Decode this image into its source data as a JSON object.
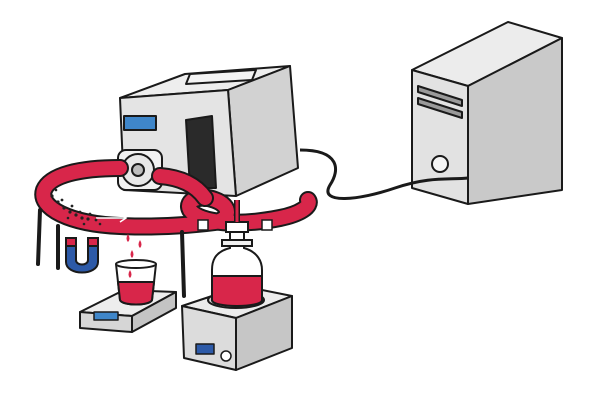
{
  "illustration": {
    "components": [
      {
        "name": "peristaltic-pump",
        "icon": "pump-icon"
      },
      {
        "name": "computer-tower",
        "icon": "computer-icon"
      },
      {
        "name": "tubing-loop",
        "icon": "tube-icon"
      },
      {
        "name": "magnet",
        "icon": "magnet-icon"
      },
      {
        "name": "collection-beaker",
        "icon": "beaker-icon"
      },
      {
        "name": "digital-balance",
        "icon": "scale-icon"
      },
      {
        "name": "reservoir-bottle",
        "icon": "bottle-icon"
      },
      {
        "name": "magnetic-stirrer",
        "icon": "stirrer-icon"
      }
    ],
    "colors": {
      "fluid_red": "#d8264a",
      "fluid_dark": "#a8122f",
      "device_light": "#e4e4e4",
      "device_mid": "#cfcfcf",
      "device_dark": "#9b9b9b",
      "outline": "#1a1a1a",
      "screen_blue": "#3f86c9",
      "magnet_blue": "#2d5aa8",
      "particles": "#222222"
    }
  }
}
